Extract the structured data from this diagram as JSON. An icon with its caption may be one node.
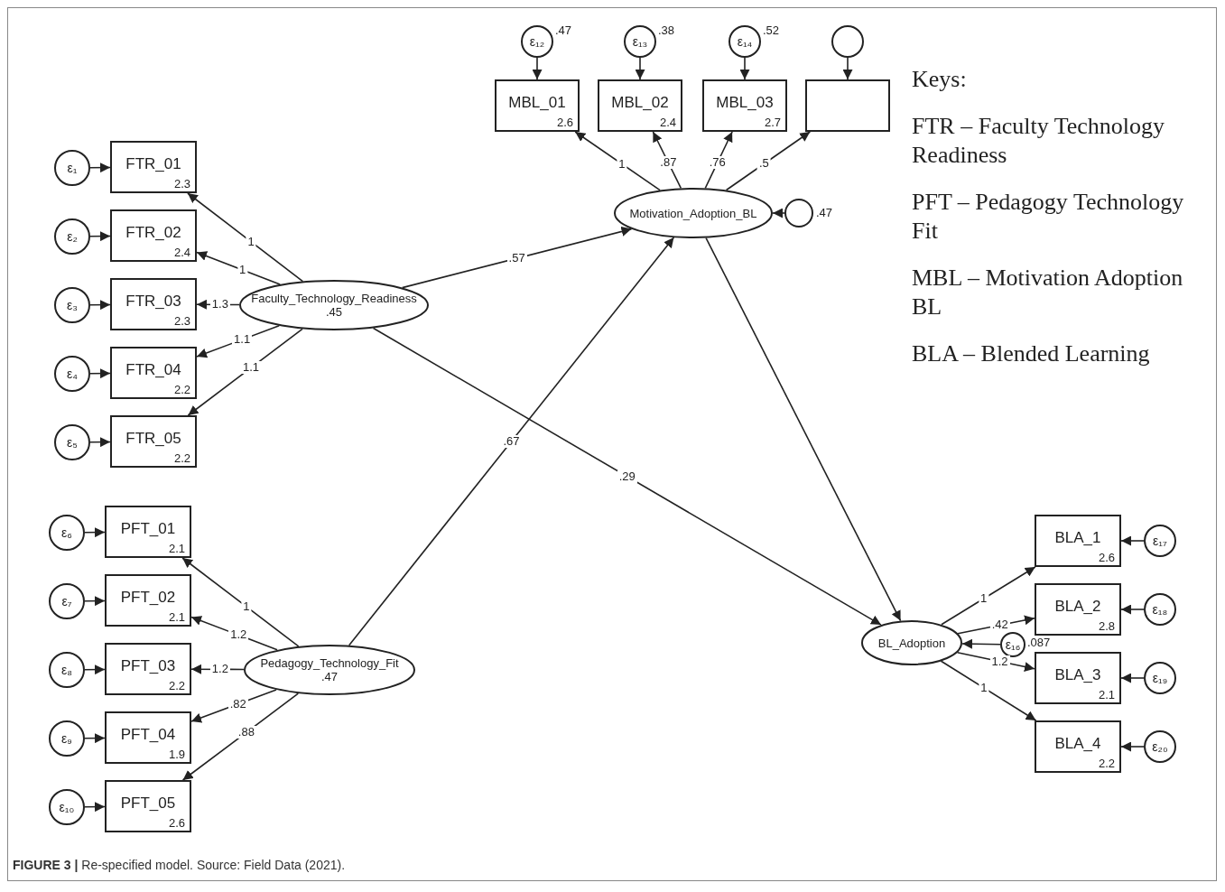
{
  "diagram": {
    "caption": "**FIGURE 3 |** Re-specified model. Source: Field Data (2021).",
    "nodes": [
      {
        "text": [
          "ε₁"
        ]
      },
      {
        "text": [
          "ε₂"
        ]
      },
      {
        "text": [
          "ε₃"
        ]
      },
      {
        "text": [
          "ε₄"
        ]
      },
      {
        "text": [
          "ε₅"
        ]
      },
      {
        "text": [
          "FTR_01",
          "2.3"
        ]
      },
      {
        "text": [
          "FTR_02",
          "2.4"
        ]
      },
      {
        "text": [
          "FTR_03",
          "2.3"
        ]
      },
      {
        "text": [
          "FTR_04",
          "2.2"
        ]
      },
      {
        "text": [
          "FTR_05",
          "2.2"
        ]
      },
      {
        "text": [
          "Faculty_Technology_Readiness",
          ".45"
        ]
      },
      {
        "text": [
          "ε₆"
        ]
      },
      {
        "text": [
          "ε₇"
        ]
      },
      {
        "text": [
          "ε₈"
        ]
      },
      {
        "text": [
          "ε₉"
        ]
      },
      {
        "text": [
          "ε₁₀"
        ]
      },
      {
        "text": [
          "PFT_01",
          "2.1"
        ]
      },
      {
        "text": [
          "PFT_02",
          "2.1"
        ]
      },
      {
        "text": [
          "PFT_03",
          "2.2"
        ]
      },
      {
        "text": [
          "PFT_04",
          "1.9"
        ]
      },
      {
        "text": [
          "PFT_05",
          "2.6"
        ]
      },
      {
        "text": [
          "Pedagogy_Technology_Fit",
          ".47"
        ]
      },
      {
        "text": [
          "ε₁₂"
        ],
        "beside": [
          ".47"
        ]
      },
      {
        "text": [
          "ε₁₃"
        ],
        "beside": [
          ".38"
        ]
      },
      {
        "text": [
          "ε₁₄"
        ],
        "beside": [
          ".52"
        ]
      },
      {
        "text": [],
        "shape": "circle"
      },
      {
        "text": [
          "MBL_01",
          "2.6"
        ]
      },
      {
        "text": [
          "MBL_02",
          "2.4"
        ]
      },
      {
        "text": [
          "MBL_03",
          "2.7"
        ]
      },
      {
        "text": [],
        "shape": "box"
      },
      {
        "text": [
          "Motivation_Adoption_BL"
        ]
      },
      {
        "text": [],
        "shape": "circle",
        "beside": [
          ".47"
        ]
      },
      {
        "text": [
          "BL_Adoption"
        ]
      },
      {
        "text": [
          "ε₁₆"
        ],
        "beside": [
          ".087"
        ]
      },
      {
        "text": [
          "BLA_1",
          "2.6"
        ]
      },
      {
        "text": [
          "BLA_2",
          "2.8"
        ]
      },
      {
        "text": [
          "BLA_3",
          "2.1"
        ]
      },
      {
        "text": [
          "BLA_4",
          "2.2"
        ]
      },
      {
        "text": [
          "ε₁₇"
        ]
      },
      {
        "text": [
          "ε₁₈"
        ]
      },
      {
        "text": [
          "ε₁₉"
        ]
      },
      {
        "text": [
          "ε₂₀"
        ]
      }
    ],
    "edges": [
      {
        "from": 0,
        "to": 5,
        "arrow": "to"
      },
      {
        "from": 1,
        "to": 6,
        "arrow": "to"
      },
      {
        "from": 2,
        "to": 7,
        "arrow": "to"
      },
      {
        "from": 3,
        "to": 8,
        "arrow": "to"
      },
      {
        "from": 4,
        "to": 9,
        "arrow": "to"
      },
      {
        "from": 10,
        "to": 5,
        "label": "1",
        "arrow": "to"
      },
      {
        "from": 10,
        "to": 6,
        "label": "1",
        "arrow": "to"
      },
      {
        "from": 10,
        "to": 7,
        "label": "1.3",
        "arrow": "to"
      },
      {
        "from": 10,
        "to": 8,
        "label": "1.1",
        "arrow": "to"
      },
      {
        "from": 10,
        "to": 9,
        "label": "1.1",
        "arrow": "to"
      },
      {
        "from": 11,
        "to": 16,
        "arrow": "to"
      },
      {
        "from": 12,
        "to": 17,
        "arrow": "to"
      },
      {
        "from": 13,
        "to": 18,
        "arrow": "to"
      },
      {
        "from": 14,
        "to": 19,
        "arrow": "to"
      },
      {
        "from": 15,
        "to": 20,
        "arrow": "to"
      },
      {
        "from": 21,
        "to": 16,
        "label": "1",
        "arrow": "to"
      },
      {
        "from": 21,
        "to": 17,
        "label": "1.2",
        "arrow": "to"
      },
      {
        "from": 21,
        "to": 18,
        "label": "1.2",
        "arrow": "to"
      },
      {
        "from": 21,
        "to": 19,
        "label": ".82",
        "arrow": "to"
      },
      {
        "from": 21,
        "to": 20,
        "label": ".88",
        "arrow": "to"
      },
      {
        "from": 22,
        "to": 26,
        "arrow": "to"
      },
      {
        "from": 23,
        "to": 27,
        "arrow": "to"
      },
      {
        "from": 24,
        "to": 28,
        "arrow": "to"
      },
      {
        "from": 25,
        "to": 29,
        "arrow": "to"
      },
      {
        "from": 30,
        "to": 26,
        "label": "1",
        "arrow": "to"
      },
      {
        "from": 30,
        "to": 27,
        "label": ".87",
        "arrow": "to"
      },
      {
        "from": 30,
        "to": 28,
        "label": ".76",
        "arrow": "to"
      },
      {
        "from": 30,
        "to": 29,
        "label": ".5",
        "arrow": "to"
      },
      {
        "from": 31,
        "to": 30,
        "arrow": "to"
      },
      {
        "from": 10,
        "to": 30,
        "label": ".57",
        "arrow": "to"
      },
      {
        "from": 21,
        "to": 30,
        "label": ".67",
        "arrow": "to"
      },
      {
        "from": 10,
        "to": 32,
        "label": ".29",
        "arrow": "to"
      },
      {
        "from": 30,
        "to": 32,
        "arrow": "to"
      },
      {
        "from": 33,
        "to": 32,
        "arrow": "to"
      },
      {
        "from": 32,
        "to": 34,
        "label": "1",
        "arrow": "to"
      },
      {
        "from": 32,
        "to": 35,
        "label": ".42",
        "arrow": "to"
      },
      {
        "from": 32,
        "to": 36,
        "label": "1.2",
        "arrow": "to"
      },
      {
        "from": 32,
        "to": 37,
        "label": "1",
        "arrow": "to"
      },
      {
        "from": 38,
        "to": 34,
        "arrow": "to"
      },
      {
        "from": 39,
        "to": 35,
        "arrow": "to"
      },
      {
        "from": 40,
        "to": 36,
        "arrow": "to"
      },
      {
        "from": 41,
        "to": 37,
        "arrow": "to"
      }
    ],
    "labels": [
      "Keys:",
      "FTR – Faculty Technology Readiness",
      "PFT – Pedagogy Technology Fit",
      "MBL – Motivation Adoption BL",
      "BLA – Blended Learning"
    ]
  }
}
